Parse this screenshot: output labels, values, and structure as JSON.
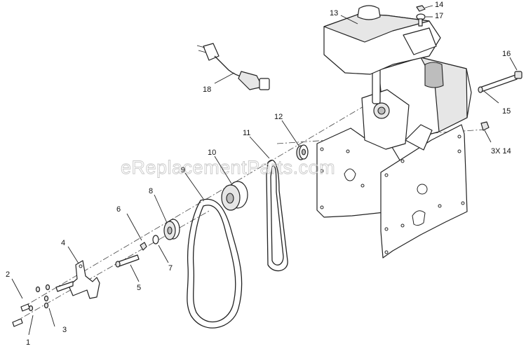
{
  "watermark": "eReplacementParts.com",
  "callouts": {
    "c1": "1",
    "c2": "2",
    "c3": "3",
    "c4": "4",
    "c5": "5",
    "c6": "6",
    "c7": "7",
    "c8": "8",
    "c9": "9",
    "c10": "10",
    "c11": "11",
    "c12": "12",
    "c13": "13",
    "c14": "14",
    "c14x3": "3X 14",
    "c15": "15",
    "c16": "16",
    "c17": "17",
    "c18": "18"
  }
}
